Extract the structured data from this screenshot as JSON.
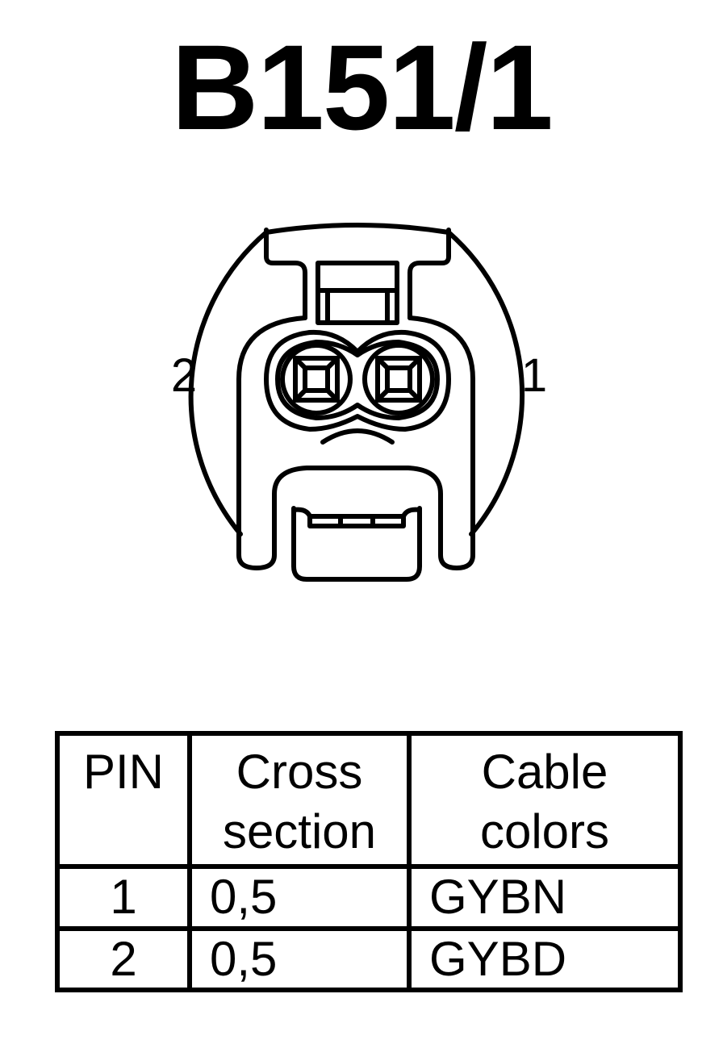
{
  "title": "B151/1",
  "connector": {
    "pin_labels": {
      "left": "2",
      "right": "1"
    }
  },
  "table": {
    "headers": {
      "pin": "PIN",
      "cross_section_line1": "Cross",
      "cross_section_line2": "section",
      "cable_colors_line1": "Cable",
      "cable_colors_line2": "colors"
    },
    "rows": [
      {
        "pin": "1",
        "cross_section": "0,5",
        "cable_color": "GYBN"
      },
      {
        "pin": "2",
        "cross_section": "0,5",
        "cable_color": "GYBD"
      }
    ]
  }
}
